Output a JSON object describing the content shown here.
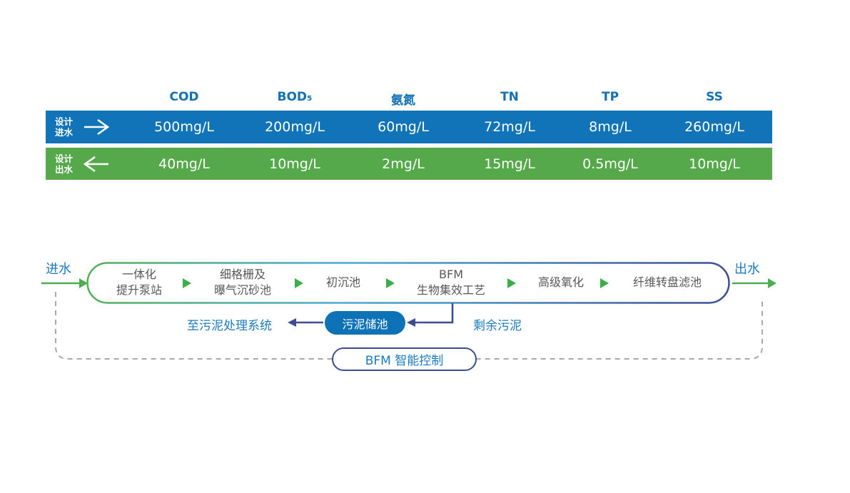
{
  "colors": {
    "table_blue": "#1174b8",
    "table_green": "#56a94b",
    "header_blue": "#1272b5",
    "label_blue": "#1b7ac0",
    "navy": "#3b4e93",
    "arrow_green": "#4cae50",
    "triangle_green": "#3cae47",
    "stage_text_gray": "#595757",
    "dash_gray": "#a9a9a9"
  },
  "table": {
    "columns": [
      "COD",
      "BOD₅",
      "氨氮",
      "TN",
      "TP",
      "SS"
    ],
    "rows": [
      {
        "label_line1": "设计",
        "label_line2": "进水",
        "arrow_icon": "right-arrow",
        "values": [
          "500mg/L",
          "200mg/L",
          "60mg/L",
          "72mg/L",
          "8mg/L",
          "260mg/L"
        ]
      },
      {
        "label_line1": "设计",
        "label_line2": "出水",
        "arrow_icon": "left-arrow",
        "values": [
          "40mg/L",
          "10mg/L",
          "2mg/L",
          "15mg/L",
          "0.5mg/L",
          "10mg/L"
        ]
      }
    ]
  },
  "flow": {
    "inlet_label": "进水",
    "outlet_label": "出水",
    "stages": [
      {
        "line1": "一体化",
        "line2": "提升泵站"
      },
      {
        "line1": "细格栅及",
        "line2": "曝气沉砂池"
      },
      {
        "line1": "初沉池"
      },
      {
        "line1": "BFM",
        "line2": "生物集效工艺"
      },
      {
        "line1": "高级氧化"
      },
      {
        "line1": "纤维转盘滤池"
      }
    ],
    "sludge": {
      "to_system_label": "至污泥处理系统",
      "storage_label": "污泥储池",
      "excess_label": "剩余污泥"
    },
    "control_label": "BFM 智能控制"
  }
}
